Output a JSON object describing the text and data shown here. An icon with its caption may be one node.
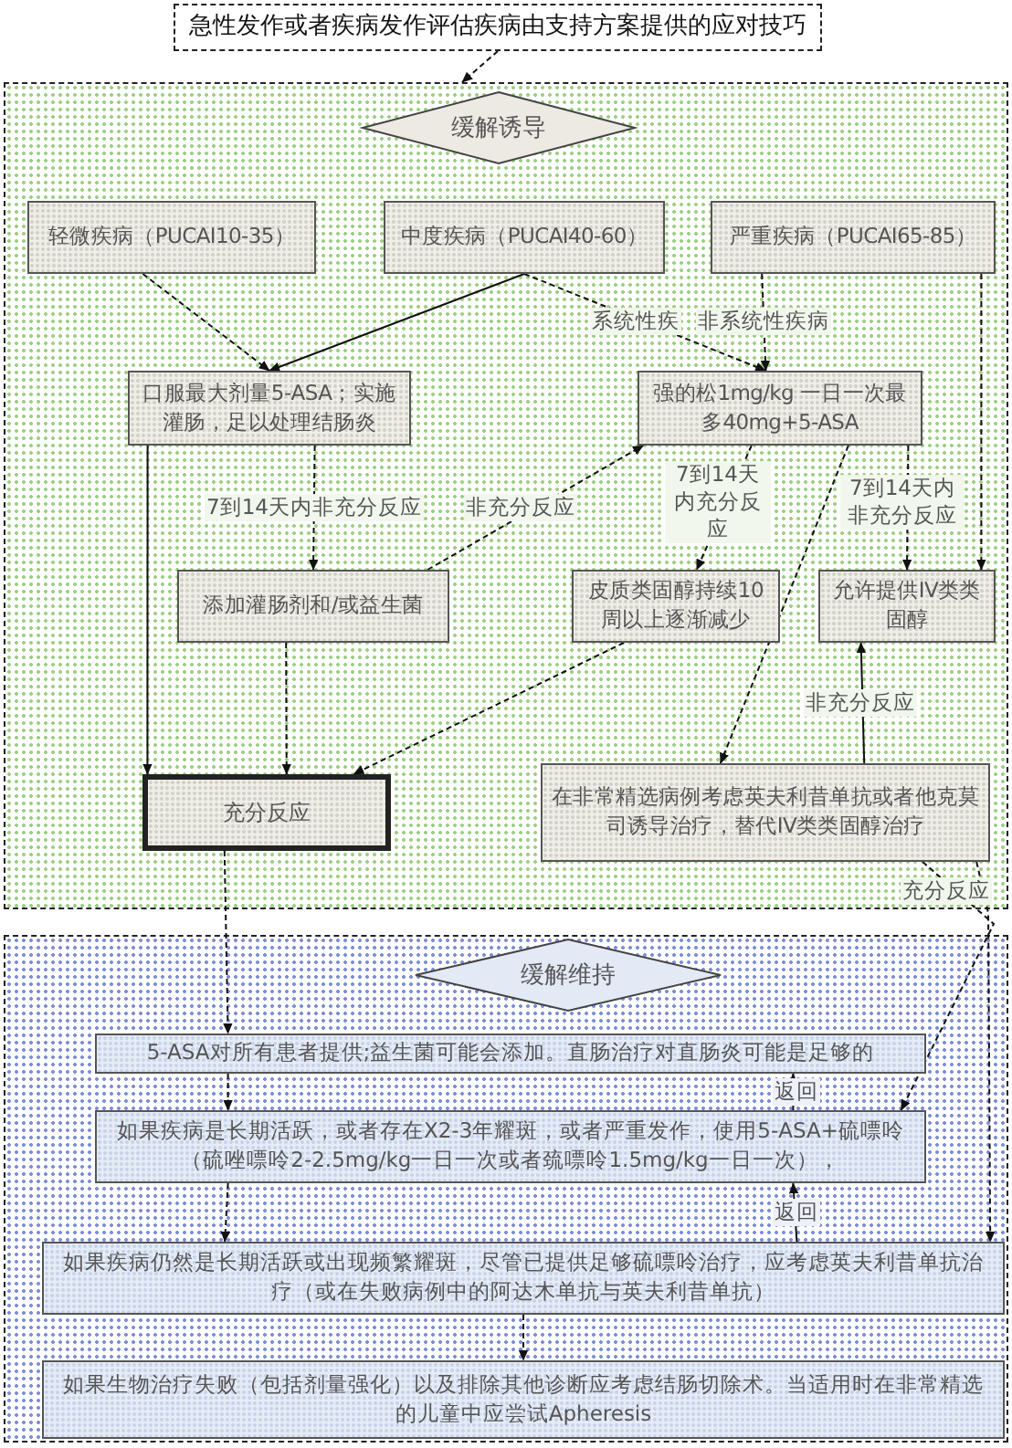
{
  "diagram": {
    "nodes": [
      {
        "text": [
          "急性发作或者疾病发作评估疾病由支持方案提供的应对技巧"
        ]
      },
      {
        "text": [],
        "shape": "box"
      },
      {
        "text": [
          "缓解诱导"
        ],
        "in": 1
      },
      {
        "text": [
          "轻微疾病（PUCAI10-35）"
        ],
        "in": 1
      },
      {
        "text": [
          "中度疾病（PUCAI40-60）"
        ],
        "in": 1
      },
      {
        "text": [
          "严重疾病（PUCAI65-85）"
        ],
        "in": 1
      },
      {
        "text": [
          "口服最大剂量5-ASA；实施灌肠，足以处理结肠炎"
        ],
        "in": 1
      },
      {
        "text": [
          "强的松1mg/kg 一日一次最多40mg+5-ASA"
        ],
        "in": 1
      },
      {
        "text": [
          "添加灌肠剂和/或益生菌"
        ],
        "in": 1
      },
      {
        "text": [
          "皮质类固醇持续10周以上逐渐减少"
        ],
        "in": 1
      },
      {
        "text": [
          "允许提供IV类类固醇"
        ],
        "in": 1
      },
      {
        "text": [
          "充分反应"
        ],
        "in": 1
      },
      {
        "text": [
          "在非常精选病例考虑英夫利昔单抗或者他克莫司诱导治疗，替代IV类类固醇治疗"
        ],
        "in": 1
      },
      {
        "text": [],
        "shape": "box"
      },
      {
        "text": [
          "缓解维持"
        ],
        "in": 13
      },
      {
        "text": [
          "5-ASA对所有患者提供;益生菌可能会添加。直肠治疗对直肠炎可能是足够的"
        ],
        "in": 13
      },
      {
        "text": [
          "如果疾病是长期活跃，或者存在X2-3年耀斑，或者严重发作，使用5-ASA+硫嘌呤（硫唑嘌呤2-2.5mg/kg一日一次或者巯嘌呤1.5mg/kg一日一次），"
        ],
        "in": 13
      },
      {
        "text": [
          "如果疾病仍然是长期活跃或出现频繁耀斑，尽管已提供足够硫嘌呤治疗，应考虑英夫利昔单抗治疗（或在失败病例中的阿达木单抗与英夫利昔单抗）"
        ],
        "in": 13
      },
      {
        "text": [
          "如果生物治疗失败（包括剂量强化）以及排除其他诊断应考虑结肠切除术。当适用时在非常精选的儿童中应尝试Apheresis"
        ],
        "in": 13
      }
    ],
    "edges": [
      {
        "from": 0,
        "to": 1,
        "arrow": "to",
        "style": "dashed"
      },
      {
        "from": 3,
        "to": 6,
        "arrow": "to",
        "style": "dashed"
      },
      {
        "from": 4,
        "to": 6,
        "arrow": "to"
      },
      {
        "from": 4,
        "to": 7,
        "arrow": "to",
        "style": "dashed",
        "label": "系统性疾"
      },
      {
        "from": 5,
        "to": 7,
        "arrow": "to",
        "style": "dashed",
        "label": "非系统性疾病"
      },
      {
        "from": 5,
        "to": 10,
        "arrow": "to",
        "style": "dashed"
      },
      {
        "from": 6,
        "to": 8,
        "arrow": "to",
        "style": "dashed",
        "label": "7到14天内非充分反应"
      },
      {
        "from": 6,
        "to": 11,
        "arrow": "to"
      },
      {
        "from": 8,
        "to": 7,
        "arrow": "to",
        "style": "dashed",
        "label": "非充分反应"
      },
      {
        "from": 7,
        "to": 9,
        "arrow": "to",
        "style": "dashed",
        "label": "7到14天内充分反应"
      },
      {
        "from": 7,
        "to": 10,
        "arrow": "to",
        "style": "dashed",
        "label": "7到14天内非充分反应"
      },
      {
        "from": 7,
        "to": 12,
        "arrow": "to",
        "style": "dashed"
      },
      {
        "from": 8,
        "to": 11,
        "arrow": "to",
        "style": "dashed"
      },
      {
        "from": 9,
        "to": 11,
        "arrow": "to",
        "style": "dashed"
      },
      {
        "from": 12,
        "to": 10,
        "arrow": "to",
        "label": "非充分反应"
      },
      {
        "from": 12,
        "to": 16,
        "arrow": "to",
        "style": "dashed",
        "label": "充分反应"
      },
      {
        "from": 12,
        "to": 17,
        "arrow": "to",
        "style": "dashed"
      },
      {
        "from": 11,
        "to": 15,
        "arrow": "to",
        "style": "dashed"
      },
      {
        "from": 15,
        "to": 16,
        "arrow": "to",
        "style": "dashed"
      },
      {
        "from": 16,
        "to": 15,
        "arrow": "to",
        "label": "返回"
      },
      {
        "from": 16,
        "to": 17,
        "arrow": "to",
        "style": "dashed"
      },
      {
        "from": 17,
        "to": 16,
        "arrow": "to",
        "label": "返回"
      },
      {
        "from": 17,
        "to": 18,
        "arrow": "to",
        "style": "dashed"
      }
    ]
  }
}
